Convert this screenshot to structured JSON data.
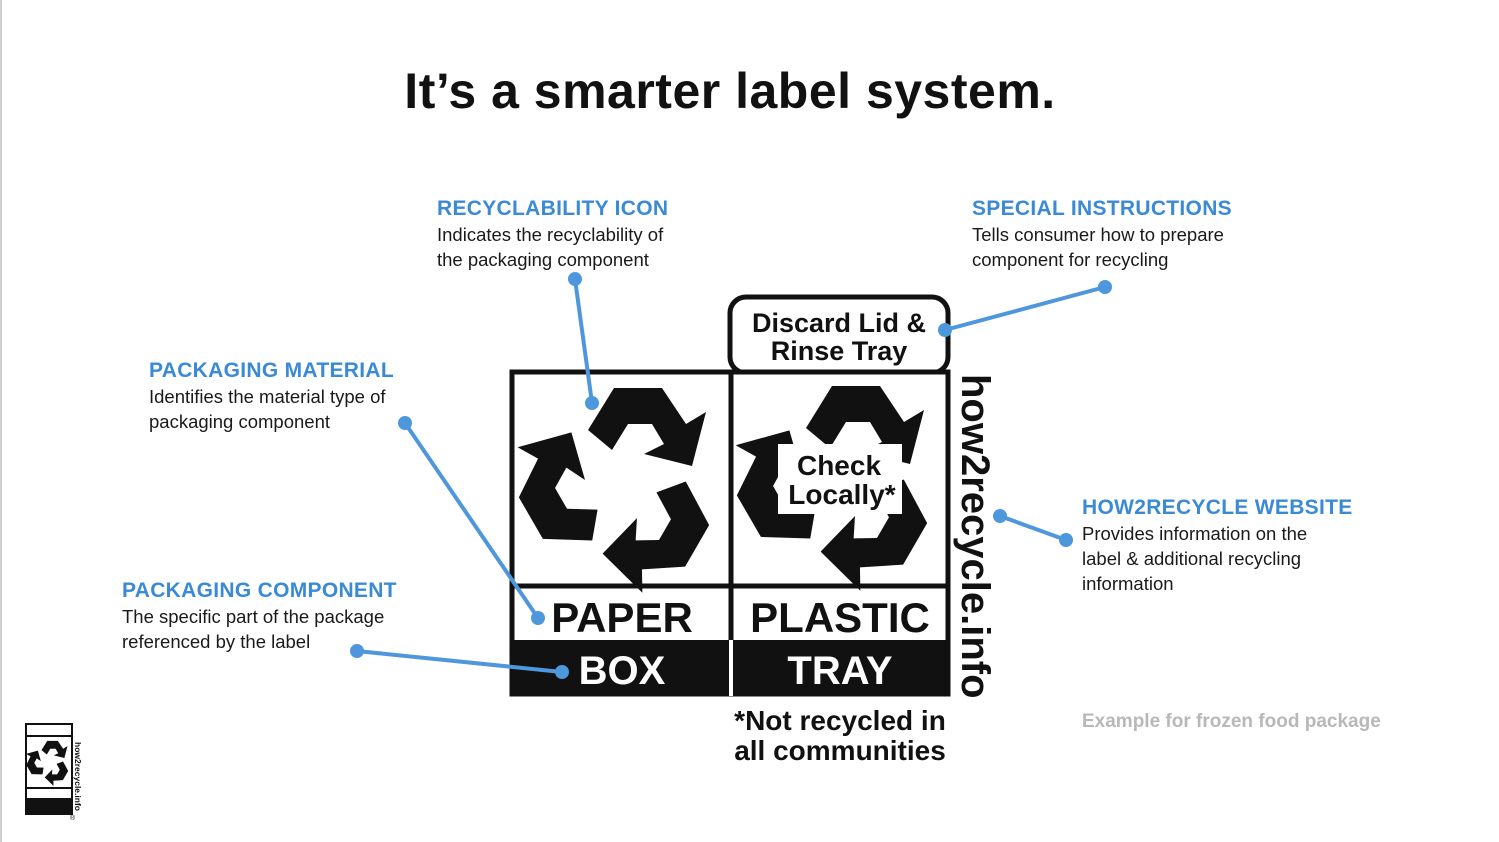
{
  "title": "It’s a smarter label system.",
  "callouts": {
    "recyclability_icon": {
      "heading": "RECYCLABILITY ICON",
      "lines": [
        "Indicates the recyclability of",
        "the packaging component"
      ]
    },
    "special_instructions": {
      "heading": "SPECIAL INSTRUCTIONS",
      "lines": [
        "Tells consumer how to prepare",
        "component for recycling"
      ]
    },
    "packaging_material": {
      "heading": "PACKAGING MATERIAL",
      "lines": [
        "Identifies the material type of",
        "packaging component"
      ]
    },
    "how2recycle_website": {
      "heading": "HOW2RECYCLE WEBSITE",
      "lines": [
        "Provides information on the",
        "label & additional recycling",
        "information"
      ]
    },
    "packaging_component": {
      "heading": "PACKAGING COMPONENT",
      "lines": [
        "The specific part of the package",
        "referenced by the label"
      ]
    }
  },
  "label": {
    "instruction_line1": "Discard Lid &",
    "instruction_line2": "Rinse Tray",
    "check_line1": "Check",
    "check_line2": "Locally*",
    "material_left": "PAPER",
    "material_right": "PLASTIC",
    "component_left": "BOX",
    "component_right": "TRAY",
    "website": "how2recycle.info",
    "footnote_line1": "*Not recycled in",
    "footnote_line2": "all communities"
  },
  "note": "Example for frozen food package",
  "small_logo_text": "how2recycle.info",
  "colors": {
    "accent": "#3b8ad6",
    "note": "#b8b8b8",
    "ink": "#111111"
  }
}
